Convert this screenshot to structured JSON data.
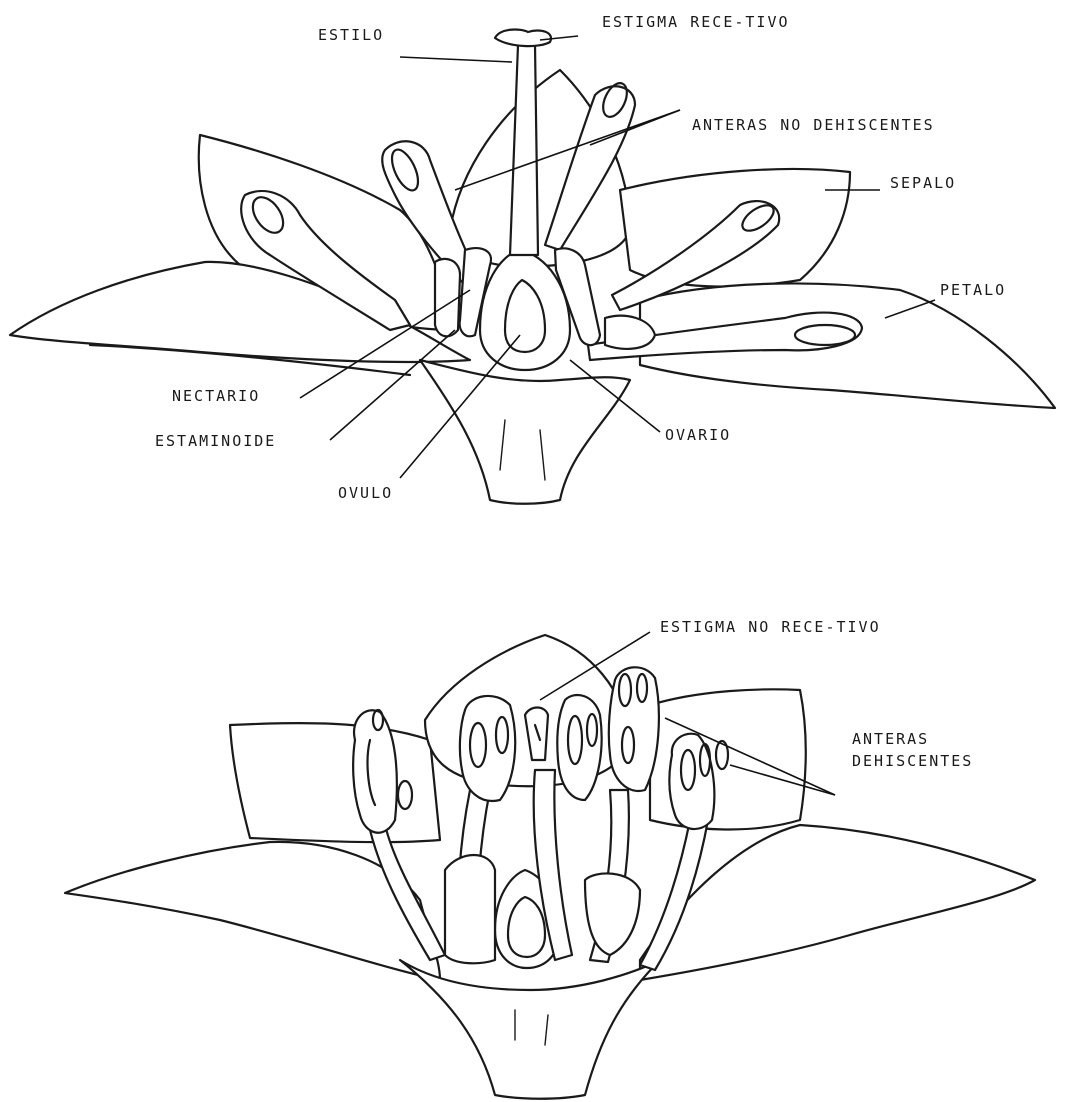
{
  "figure_top": {
    "labels": {
      "estilo": "ESTILO",
      "estigma_receptivo": "ESTIGMA RECE-TIVO",
      "anteras_no_dehiscentes": "ANTERAS NO DEHISCENTES",
      "sepalo": "SEPALO",
      "petalo": "PETALO",
      "nectario": "NECTARIO",
      "estaminoide": "ESTAMINOIDE",
      "ovario": "OVARIO",
      "ovulo": "OVULO"
    }
  },
  "figure_bottom": {
    "labels": {
      "estigma_no_receptivo": "ESTIGMA NO RECE-TIVO",
      "anteras_dehiscentes_line1": "ANTERAS",
      "anteras_dehiscentes_line2": "DEHISCENTES"
    }
  },
  "colors": {
    "ink": "#1a1a1a",
    "paper": "#ffffff"
  }
}
